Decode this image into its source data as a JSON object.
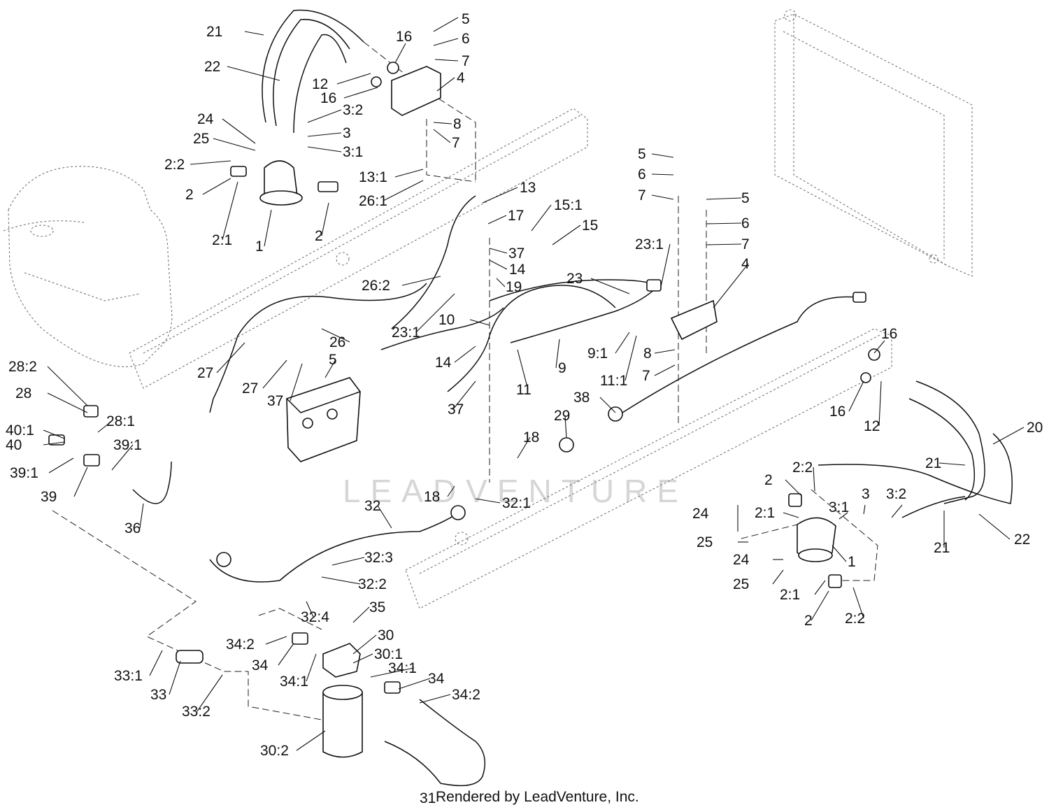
{
  "watermark": {
    "text": "LEADVENTURE"
  },
  "footer": {
    "prefix": "31",
    "text": "Rendered by LeadVenture, Inc."
  },
  "callouts": [
    "21",
    "22",
    "24",
    "25",
    "2:2",
    "2",
    "2:1",
    "1",
    "2",
    "3:2",
    "3",
    "3:1",
    "12",
    "16",
    "16",
    "5",
    "6",
    "7",
    "4",
    "8",
    "7",
    "13:1",
    "26:1",
    "13",
    "17",
    "15:1",
    "15",
    "37",
    "14",
    "19",
    "26:2",
    "23:1",
    "10",
    "14",
    "9",
    "11",
    "37",
    "26",
    "27",
    "27",
    "37",
    "5",
    "5",
    "6",
    "7",
    "5",
    "6",
    "7",
    "23:1",
    "4",
    "23",
    "9:1",
    "11:1",
    "8",
    "7",
    "38",
    "29",
    "18",
    "18",
    "32:1",
    "32",
    "32:3",
    "32:2",
    "32:4",
    "35",
    "30",
    "30:1",
    "34:2",
    "34",
    "34:1",
    "34:1",
    "34",
    "34:2",
    "33:1",
    "33",
    "33:2",
    "30:2",
    "28:2",
    "28",
    "28:1",
    "40:1",
    "40",
    "39:1",
    "39:1",
    "39",
    "36",
    "16",
    "16",
    "12",
    "20",
    "21",
    "2",
    "2:2",
    "2:1",
    "3",
    "3:1",
    "3:2",
    "24",
    "25",
    "1",
    "24",
    "25",
    "2:1",
    "2",
    "2:2",
    "21",
    "22"
  ]
}
